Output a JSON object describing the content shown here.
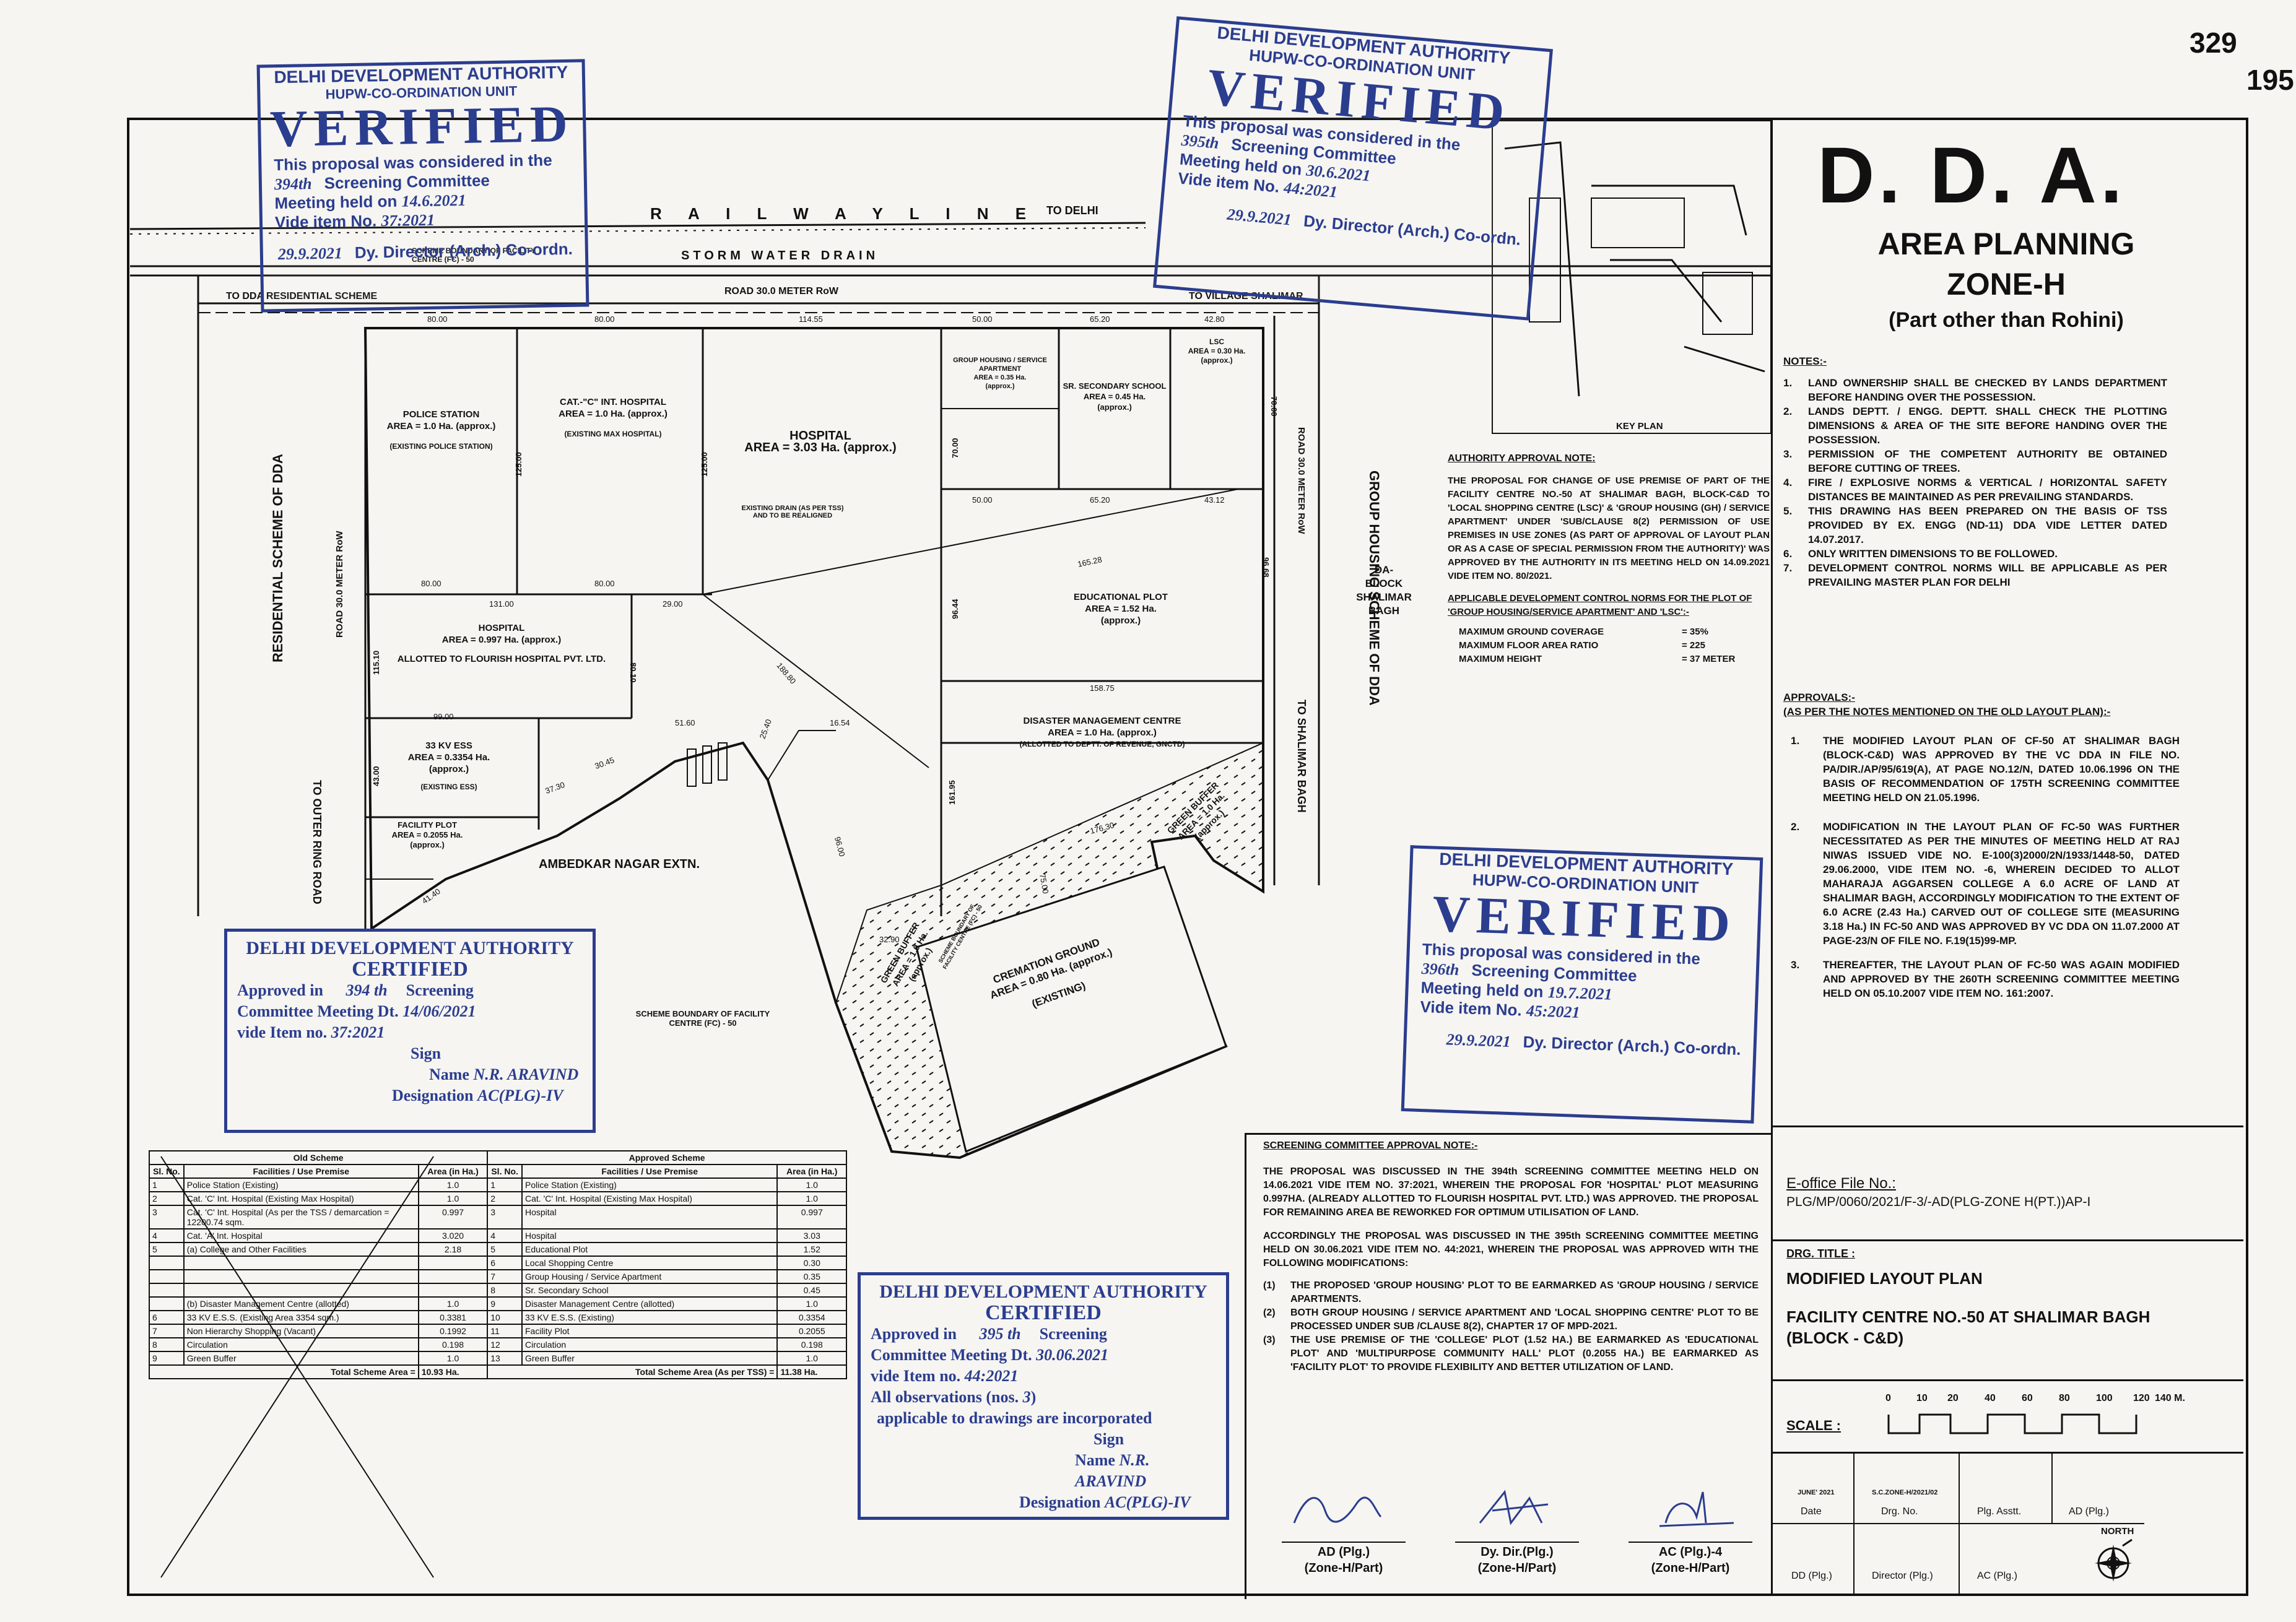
{
  "page_numbers": {
    "top": "329",
    "side": "195"
  },
  "site": {
    "railway_label": "R A I L W A Y   L I N E",
    "to_delhi": "TO DELHI",
    "storm_drain": "STORM WATER DRAIN",
    "road_top": "ROAD 30.0 METER RoW",
    "to_dda_residential": "TO DDA RESIDENTIAL SCHEME",
    "to_village": "TO VILLAGE SHALIMAR",
    "scheme_boundary_top": "SCHEME BOUNDARY OF FACILITY CENTRE (FC) - 50",
    "residential_scheme": "RESIDENTIAL SCHEME OF DDA",
    "road_left": "ROAD 30.0 METER RoW",
    "road_right": "ROAD 30.0 METER RoW",
    "to_outer_ring": "TO OUTER RING ROAD",
    "group_housing_scheme": "GROUP HOUSING SCHEME OF DDA",
    "to_shalimar_bagh": "TO SHALIMAR BAGH",
    "da_block": "DA-BLOCK SHALIMAR BAGH",
    "ambedkar": "AMBEDKAR NAGAR EXTN.",
    "scheme_boundary_bottom": "SCHEME BOUNDARY OF FACILITY CENTRE (FC) - 50",
    "drain_note": "EXISTING DRAIN (AS PER TSS) AND TO BE REALIGNED",
    "plots": {
      "police": {
        "name": "POLICE STATION",
        "area": "AREA = 1.0 Ha. (approx.)",
        "note": "(EXISTING POLICE STATION)"
      },
      "cat_c": {
        "name": "CAT.-\"C\" INT. HOSPITAL",
        "area": "AREA = 1.0 Ha. (approx.)",
        "note": "(EXISTING MAX HOSPITAL)"
      },
      "hospital_main": {
        "name": "HOSPITAL",
        "area": "AREA = 3.03 Ha. (approx.)"
      },
      "group_housing": {
        "name": "GROUP HOUSING / SERVICE APARTMENT",
        "area": "AREA = 0.35 Ha.",
        "note": "(approx.)"
      },
      "sr_school": {
        "name": "SR. SECONDARY SCHOOL",
        "area": "AREA = 0.45 Ha.",
        "note": "(approx.)"
      },
      "lsc": {
        "name": "LSC",
        "area": "AREA = 0.30 Ha.",
        "note": "(approx.)"
      },
      "hospital2": {
        "name": "HOSPITAL",
        "area": "AREA = 0.997 Ha. (approx.)",
        "note": "ALLOTTED TO FLOURISH HOSPITAL PVT. LTD."
      },
      "educational": {
        "name": "EDUCATIONAL PLOT",
        "area": "AREA = 1.52 Ha.",
        "note": "(approx.)"
      },
      "ess": {
        "name": "33 KV ESS",
        "area": "AREA = 0.3354 Ha.",
        "note1": "(approx.)",
        "note2": "(EXISTING ESS)"
      },
      "facility": {
        "name": "FACILITY PLOT",
        "area": "AREA = 0.2055 Ha.",
        "note": "(approx.)"
      },
      "disaster": {
        "name": "DISASTER MANAGEMENT CENTRE",
        "area": "AREA = 1.0 Ha. (approx.)",
        "note": "(ALLOTTED TO DEPTT. OF REVENUE, GNCTD)"
      },
      "green1": {
        "name": "GREEN BUFFER",
        "area": "AREA = 1.0 Ha.",
        "note": "(approx.)"
      },
      "green2": {
        "name": "GREEN BUFFER",
        "area": "AREA = 1.0 Ha.",
        "note": "(approx.)"
      },
      "cremation": {
        "name": "CREMATION GROUND",
        "area": "AREA = 0.80 Ha. (approx.)",
        "note": "(EXISTING)"
      },
      "scheme_boundary_small": "SCHEME BOUNDARY OF FACILITY CENTRE (FC) - 50"
    },
    "dims": {
      "d1": "80.00",
      "d2": "80.00",
      "d3": "114.55",
      "d4": "50.00",
      "d5": "65.20",
      "d6": "42.80",
      "d7": "125.00",
      "d8": "125.00",
      "d9": "70.00",
      "d10": "50.00",
      "d11": "65.20",
      "d12": "43.12",
      "d13": "80.00",
      "d14": "80.00",
      "d15": "131.00",
      "d16": "29.00",
      "d17": "70.00",
      "d18": "96.44",
      "d19": "165.28",
      "d20": "96.68",
      "d21": "115.10",
      "d22": "80.10",
      "d23": "158.75",
      "d24": "188.80",
      "d25": "99.00",
      "d26": "51.60",
      "d27": "25.40",
      "d28": "16.54",
      "d29": "43.00",
      "d30": "37.30",
      "d31": "30.45",
      "d32": "96.00",
      "d33": "161.95",
      "d34": "75.00",
      "d35": "176.30",
      "d36": "32.90",
      "d37": "41.40"
    }
  },
  "key_plan": {
    "label": "KEY PLAN"
  },
  "authority_note": {
    "heading": "AUTHORITY APPROVAL NOTE:",
    "body": "THE PROPOSAL FOR CHANGE OF USE PREMISE OF PART OF THE FACILITY CENTRE NO.-50 AT SHALIMAR BAGH, BLOCK-C&D TO 'LOCAL SHOPPING CENTRE (LSC)' & 'GROUP HOUSING (GH) / SERVICE APARTMENT' UNDER 'SUB/CLAUSE 8(2) PERMISSION OF USE PREMISES IN USE ZONES (AS PART OF APPROVAL OF LAYOUT PLAN OR AS A CASE OF SPECIAL PERMISSION FROM THE AUTHORITY)' WAS APPROVED BY THE AUTHORITY IN ITS MEETING HELD ON 14.09.2021 VIDE ITEM NO. 80/2021.",
    "norms_heading": "APPLICABLE DEVELOPMENT CONTROL NORMS FOR THE PLOT OF 'GROUP HOUSING/SERVICE APARTMENT' AND 'LSC':-",
    "norms": [
      {
        "label": "MAXIMUM GROUND COVERAGE",
        "value": "= 35%"
      },
      {
        "label": "MAXIMUM FLOOR AREA RATIO",
        "value": "= 225"
      },
      {
        "label": "MAXIMUM HEIGHT",
        "value": "= 37 METER"
      }
    ]
  },
  "screening_note": {
    "heading": "SCREENING COMMITTEE APPROVAL NOTE:-",
    "p1": "THE PROPOSAL WAS DISCUSSED IN THE 394th SCREENING COMMITTEE MEETING HELD ON 14.06.2021 VIDE ITEM NO. 37:2021, WHEREIN THE PROPOSAL FOR 'HOSPITAL' PLOT MEASURING 0.997HA. (ALREADY ALLOTTED TO FLOURISH HOSPITAL PVT. LTD.) WAS APPROVED. THE PROPOSAL FOR REMAINING AREA BE REWORKED FOR OPTIMUM UTILISATION OF LAND.",
    "p2": "ACCORDINGLY THE PROPOSAL WAS DISCUSSED IN THE 395th SCREENING COMMITTEE MEETING HELD ON 30.06.2021 VIDE ITEM NO. 44:2021, WHEREIN THE PROPOSAL WAS APPROVED WITH THE FOLLOWING MODIFICATIONS:",
    "items": [
      {
        "n": "(1)",
        "text": "THE PROPOSED 'GROUP HOUSING' PLOT TO BE EARMARKED AS 'GROUP HOUSING / SERVICE APARTMENTS."
      },
      {
        "n": "(2)",
        "text": "BOTH GROUP HOUSING / SERVICE APARTMENT AND 'LOCAL SHOPPING CENTRE' PLOT TO BE PROCESSED UNDER SUB /CLAUSE 8(2), CHAPTER 17 OF MPD-2021."
      },
      {
        "n": "(3)",
        "text": "THE USE PREMISE OF THE 'COLLEGE' PLOT (1.52 HA.) BE EARMARKED AS 'EDUCATIONAL PLOT' AND 'MULTIPURPOSE COMMUNITY HALL' PLOT (0.2055 HA.) BE EARMARKED AS 'FACILITY PLOT' TO PROVIDE FLEXIBILITY AND BETTER UTILIZATION OF LAND."
      }
    ]
  },
  "signatures": [
    {
      "role": "AD (Plg.)",
      "zone": "(Zone-H/Part)"
    },
    {
      "role": "Dy. Dir.(Plg.)",
      "zone": "(Zone-H/Part)"
    },
    {
      "role": "AC (Plg.)-4",
      "zone": "(Zone-H/Part)"
    }
  ],
  "title_block": {
    "org": "D. D. A.",
    "title1": "AREA PLANNING",
    "title2": "ZONE-H",
    "title3": "(Part other than Rohini)",
    "notes_heading": "NOTES:-",
    "notes": [
      "LAND OWNERSHIP SHALL BE CHECKED BY LANDS DEPARTMENT BEFORE HANDING OVER THE POSSESSION.",
      "LANDS DEPTT. / ENGG. DEPTT. SHALL CHECK THE PLOTTING DIMENSIONS & AREA OF THE SITE BEFORE HANDING OVER THE POSSESSION.",
      "PERMISSION OF THE COMPETENT AUTHORITY BE OBTAINED BEFORE CUTTING OF TREES.",
      "FIRE / EXPLOSIVE NORMS & VERTICAL / HORIZONTAL SAFETY DISTANCES BE MAINTAINED AS PER PREVAILING STANDARDS.",
      "THIS DRAWING HAS BEEN PREPARED ON THE BASIS OF TSS PROVIDED BY EX. ENGG (ND-11) DDA VIDE LETTER DATED 14.07.2017.",
      "ONLY WRITTEN DIMENSIONS TO BE FOLLOWED.",
      "DEVELOPMENT CONTROL NORMS WILL BE APPLICABLE AS PER PREVAILING MASTER PLAN FOR DELHI"
    ],
    "approvals_heading": "APPROVALS:-",
    "approvals_sub": "(AS PER THE NOTES MENTIONED ON THE OLD LAYOUT PLAN):-",
    "approvals": [
      "THE MODIFIED LAYOUT PLAN OF CF-50 AT SHALIMAR BAGH (BLOCK-C&D) WAS APPROVED BY THE VC DDA IN FILE NO. PA/DIR./AP/95/619(A), AT PAGE NO.12/N, DATED 10.06.1996 ON THE BASIS OF RECOMMENDATION OF 175TH SCREENING COMMITTEE MEETING HELD ON 21.05.1996.",
      "MODIFICATION IN THE LAYOUT PLAN OF FC-50 WAS FURTHER NECESSITATED AS PER THE MINUTES OF MEETING HELD AT RAJ NIWAS ISSUED VIDE NO. E-100(3)2000/2N/1933/1448-50, DATED 29.06.2000, VIDE ITEM NO. -6, WHEREIN DECIDED TO ALLOT MAHARAJA AGGARSEN COLLEGE A 6.0 ACRE OF LAND AT SHALIMAR BAGH, ACCORDINGLY MODIFICATION TO THE EXTENT OF 6.0 ACRE (2.43 Ha.) CARVED OUT OF COLLEGE SITE (MEASURING 3.18 Ha.) IN FC-50 AND WAS APPROVED BY VC DDA ON 11.07.2000 AT PAGE-23/N OF FILE NO. F.19(15)99-MP.",
      "THEREAFTER, THE LAYOUT PLAN OF FC-50 WAS AGAIN MODIFIED AND APPROVED BY THE 260TH SCREENING COMMITTEE MEETING HELD ON 05.10.2007 VIDE ITEM NO. 161:2007."
    ],
    "efile_label": "E-office File No.:",
    "efile": "PLG/MP/0060/2021/F-3/-AD(PLG-ZONE H(PT.))AP-I",
    "drg_title_label": "DRG. TITLE :",
    "drg_title1": "MODIFIED LAYOUT PLAN",
    "drg_title2": "FACILITY CENTRE NO.-50 AT SHALIMAR BAGH (BLOCK - C&D)",
    "scale_label": "SCALE :",
    "scale_ticks": [
      "0",
      "10",
      "20",
      "40",
      "60",
      "80",
      "100",
      "120",
      "140 M."
    ],
    "date_val": "JUNE' 2021",
    "drg_no_val": "S.C.ZONE-H/2021/02",
    "cols1": [
      "Date",
      "Drg. No.",
      "Plg. Asstt.",
      "AD (Plg.)"
    ],
    "cols2": [
      "DD (Plg.)",
      "Director (Plg.)",
      "AC (Plg.)"
    ],
    "north": "NORTH"
  },
  "schedule": {
    "old_heading": "Old Scheme",
    "new_heading": "Approved Scheme",
    "h_sl": "Sl. No.",
    "h_fac": "Facilities / Use Premise",
    "h_area": "Area (in Ha.)",
    "rows": [
      {
        "osl": "1",
        "ofac": "Police Station (Existing)",
        "oarea": "1.0",
        "nsl": "1",
        "nfac": "Police Station (Existing)",
        "narea": "1.0"
      },
      {
        "osl": "2",
        "ofac": "Cat. 'C' Int. Hospital (Existing Max Hospital)",
        "oarea": "1.0",
        "nsl": "2",
        "nfac": "Cat. 'C' Int. Hospital (Existing Max Hospital)",
        "narea": "1.0"
      },
      {
        "osl": "3",
        "ofac": "Cat. 'C' Int. Hospital (As per the TSS / demarcation = 12200.74 sqm.",
        "oarea": "0.997",
        "nsl": "3",
        "nfac": "Hospital",
        "narea": "0.997"
      },
      {
        "osl": "4",
        "ofac": "Cat. 'A' Int. Hospital",
        "oarea": "3.020",
        "nsl": "4",
        "nfac": "Hospital",
        "narea": "3.03"
      },
      {
        "osl": "5",
        "ofac": "(a) College and Other Facilities",
        "oarea": "2.18",
        "nsl": "5",
        "nfac": "Educational Plot",
        "narea": "1.52"
      },
      {
        "osl": "",
        "ofac": "",
        "oarea": "",
        "nsl": "6",
        "nfac": "Local Shopping Centre",
        "narea": "0.30"
      },
      {
        "osl": "",
        "ofac": "",
        "oarea": "",
        "nsl": "7",
        "nfac": "Group Housing / Service Apartment",
        "narea": "0.35"
      },
      {
        "osl": "",
        "ofac": "",
        "oarea": "",
        "nsl": "8",
        "nfac": "Sr. Secondary School",
        "narea": "0.45"
      },
      {
        "osl": "",
        "ofac": "(b) Disaster Management Centre (allotted)",
        "oarea": "1.0",
        "nsl": "9",
        "nfac": "Disaster Management Centre (allotted)",
        "narea": "1.0"
      },
      {
        "osl": "6",
        "ofac": "33 KV E.S.S. (Existing Area 3354 sqm.)",
        "oarea": "0.3381",
        "nsl": "10",
        "nfac": "33 KV E.S.S. (Existing)",
        "narea": "0.3354"
      },
      {
        "osl": "7",
        "ofac": "Non Hierarchy Shopping (Vacant)",
        "oarea": "0.1992",
        "nsl": "11",
        "nfac": "Facility Plot",
        "narea": "0.2055"
      },
      {
        "osl": "8",
        "ofac": "Circulation",
        "oarea": "0.198",
        "nsl": "12",
        "nfac": "Circulation",
        "narea": "0.198"
      },
      {
        "osl": "9",
        "ofac": "Green Buffer",
        "oarea": "1.0",
        "nsl": "13",
        "nfac": "Green Buffer",
        "narea": "1.0"
      }
    ],
    "total_old_label": "Total Scheme Area =",
    "total_old": "10.93 Ha.",
    "total_new_label": "Total Scheme Area (As per TSS) =",
    "total_new": "11.38 Ha."
  },
  "stamps": {
    "verified1": {
      "org": "DELHI DEVELOPMENT AUTHORITY",
      "unit": "HUPW-CO-ORDINATION UNIT",
      "word": "VERIFIED",
      "line1": "This proposal was considered in the",
      "hand1": "394th",
      "line2": "Screening Committee",
      "line3": "Meeting held on",
      "hand3": "14.6.2021",
      "line4": "Vide item No.",
      "hand4": "37:2021",
      "sig": "Dy. Director (Arch.) Co-ordn.",
      "hdate": "29.9.2021"
    },
    "verified2": {
      "org": "DELHI DEVELOPMENT AUTHORITY",
      "unit": "HUPW-CO-ORDINATION UNIT",
      "word": "VERIFIED",
      "line1": "This proposal was considered in the",
      "hand1": "395th",
      "line2": "Screening Committee",
      "line3": "Meeting held on",
      "hand3": "30.6.2021",
      "line4": "Vide item No.",
      "hand4": "44:2021",
      "sig": "Dy. Director (Arch.) Co-ordn.",
      "hdate": "29.9.2021"
    },
    "verified3": {
      "org": "DELHI DEVELOPMENT AUTHORITY",
      "unit": "HUPW-CO-ORDINATION UNIT",
      "word": "VERIFIED",
      "line1": "This proposal was considered in the",
      "hand1": "396th",
      "line2": "Screening Committee",
      "line3": "Meeting held on",
      "hand3": "19.7.2021",
      "line4": "Vide item No.",
      "hand4": "45:2021",
      "sig": "Dy. Director (Arch.) Co-ordn.",
      "hdate": "29.9.2021"
    },
    "cert1": {
      "org": "DELHI DEVELOPMENT AUTHORITY",
      "word": "CERTIFIED",
      "l1": "Approved in",
      "h1": "394 th",
      "l1b": "Screening",
      "l2": "Committee Meeting Dt.",
      "h2": "14/06/2021",
      "l3": "vide Item no.",
      "h3": "37:2021",
      "l4": "Sign",
      "l5": "Name",
      "h5": "N.R. ARAVIND",
      "l6": "Designation",
      "h6": "AC(PLG)-IV"
    },
    "cert2": {
      "org": "DELHI DEVELOPMENT AUTHORITY",
      "word": "CERTIFIED",
      "l1": "Approved in",
      "h1": "395 th",
      "l1b": "Screening",
      "l2": "Committee Meeting Dt.",
      "h2": "30.06.2021",
      "l3": "vide Item no.",
      "h3": "44:2021",
      "l4": "All observations (nos.",
      "h4": "3",
      "l4b": "applicable to drawings are incorporated",
      "l5": "Sign",
      "l6": "Name",
      "h6": "N.R. ARAVIND",
      "l7": "Designation",
      "h7": "AC(PLG)-IV"
    }
  }
}
